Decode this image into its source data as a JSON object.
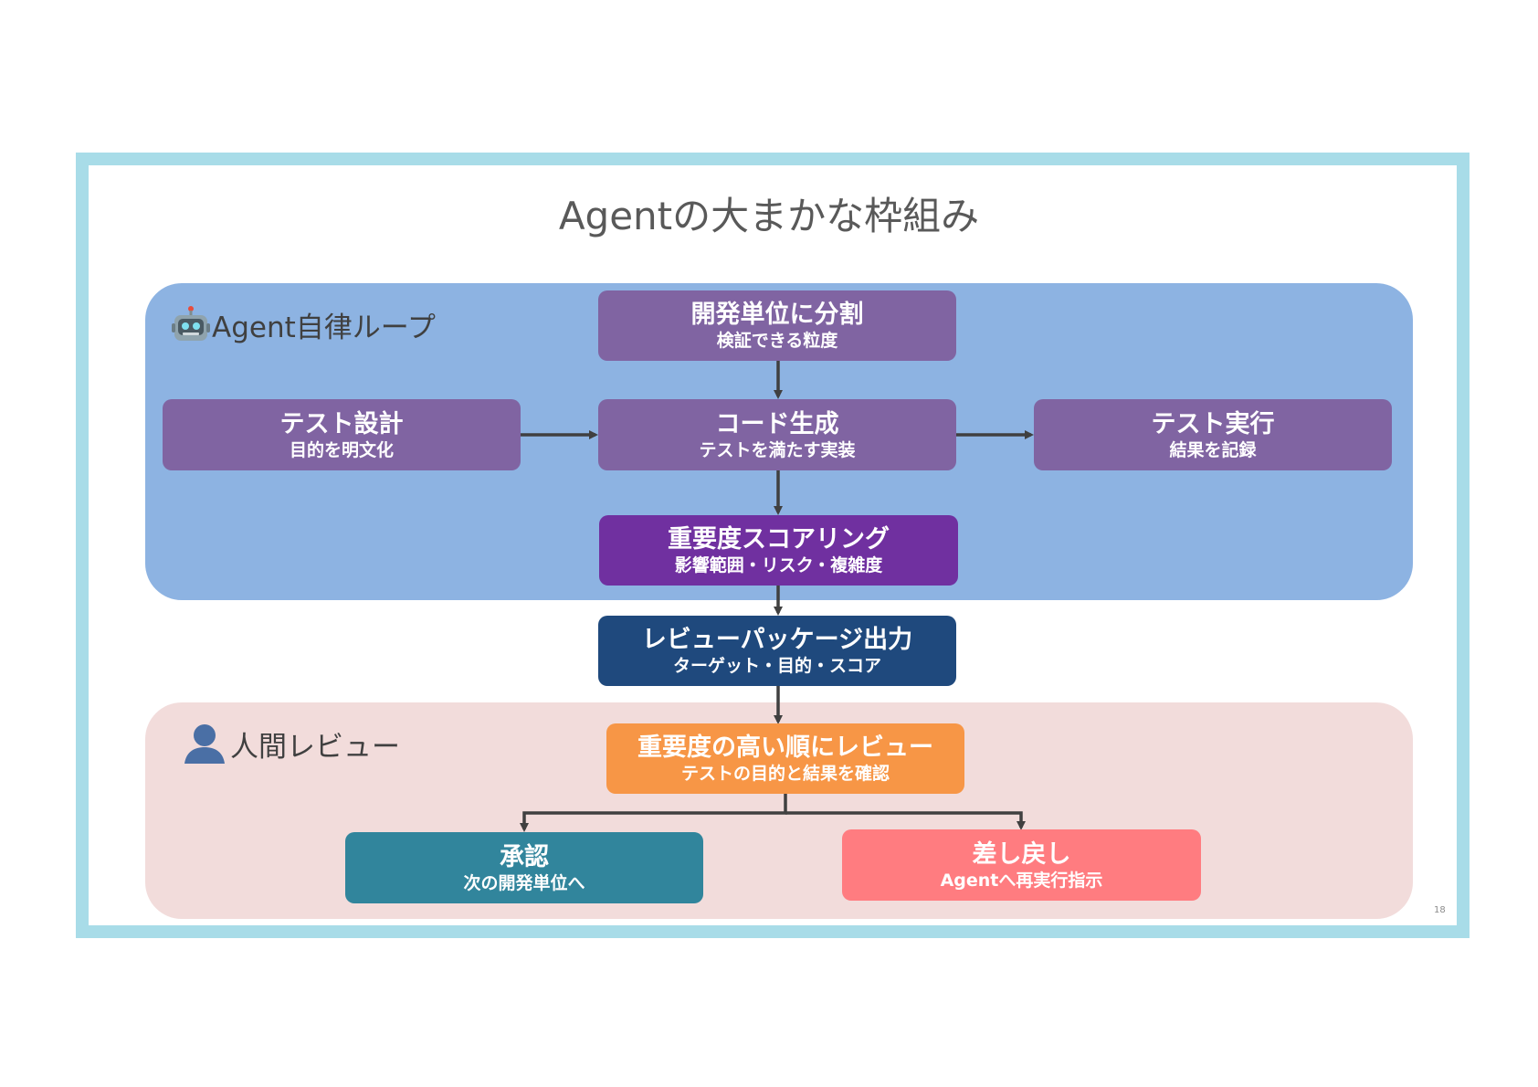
{
  "slide": {
    "title": "Agentの大まかな枠組み",
    "page_number": "18"
  },
  "regions": {
    "agent_loop": {
      "label": "Agent自律ループ",
      "icon": "robot-icon",
      "color": "#8db3e2"
    },
    "human_review": {
      "label": "人間レビュー",
      "icon": "person-icon",
      "color": "#f2dcdb"
    }
  },
  "boxes": {
    "split": {
      "main": "開発単位に分割",
      "sub": "検証できる粒度",
      "color": "#8064a2"
    },
    "test_design": {
      "main": "テスト設計",
      "sub": "目的を明文化",
      "color": "#8064a2"
    },
    "codegen": {
      "main": "コード生成",
      "sub": "テストを満たす実装",
      "color": "#8064a2"
    },
    "test_run": {
      "main": "テスト実行",
      "sub": "結果を記録",
      "color": "#8064a2"
    },
    "scoring": {
      "main": "重要度スコアリング",
      "sub": "影響範囲・リスク・複雑度",
      "color": "#7030a0"
    },
    "package": {
      "main": "レビューパッケージ出力",
      "sub": "ターゲット・目的・スコア",
      "color": "#1f497d"
    },
    "review": {
      "main": "重要度の高い順にレビュー",
      "sub": "テストの目的と結果を確認",
      "color": "#f79646"
    },
    "approve": {
      "main": "承認",
      "sub": "次の開発単位へ",
      "color": "#31859c"
    },
    "reject": {
      "main": "差し戻し",
      "sub": "Agentへ再実行指示",
      "color": "#ff7c80"
    }
  },
  "connectors": {
    "color": "#404040",
    "edges": [
      [
        "split",
        "codegen"
      ],
      [
        "test_design",
        "codegen"
      ],
      [
        "codegen",
        "test_run"
      ],
      [
        "codegen",
        "scoring"
      ],
      [
        "scoring",
        "package"
      ],
      [
        "package",
        "review"
      ],
      [
        "review",
        "approve"
      ],
      [
        "review",
        "reject"
      ]
    ]
  }
}
